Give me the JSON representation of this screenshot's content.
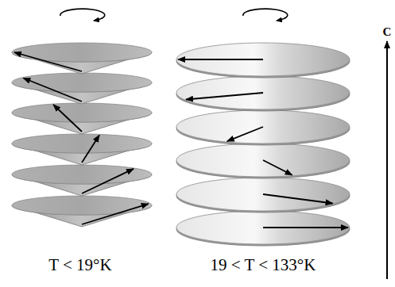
{
  "diagram": {
    "labels": [
      "T < 19°K",
      "19 < T < 133°K",
      "C"
    ]
  }
}
